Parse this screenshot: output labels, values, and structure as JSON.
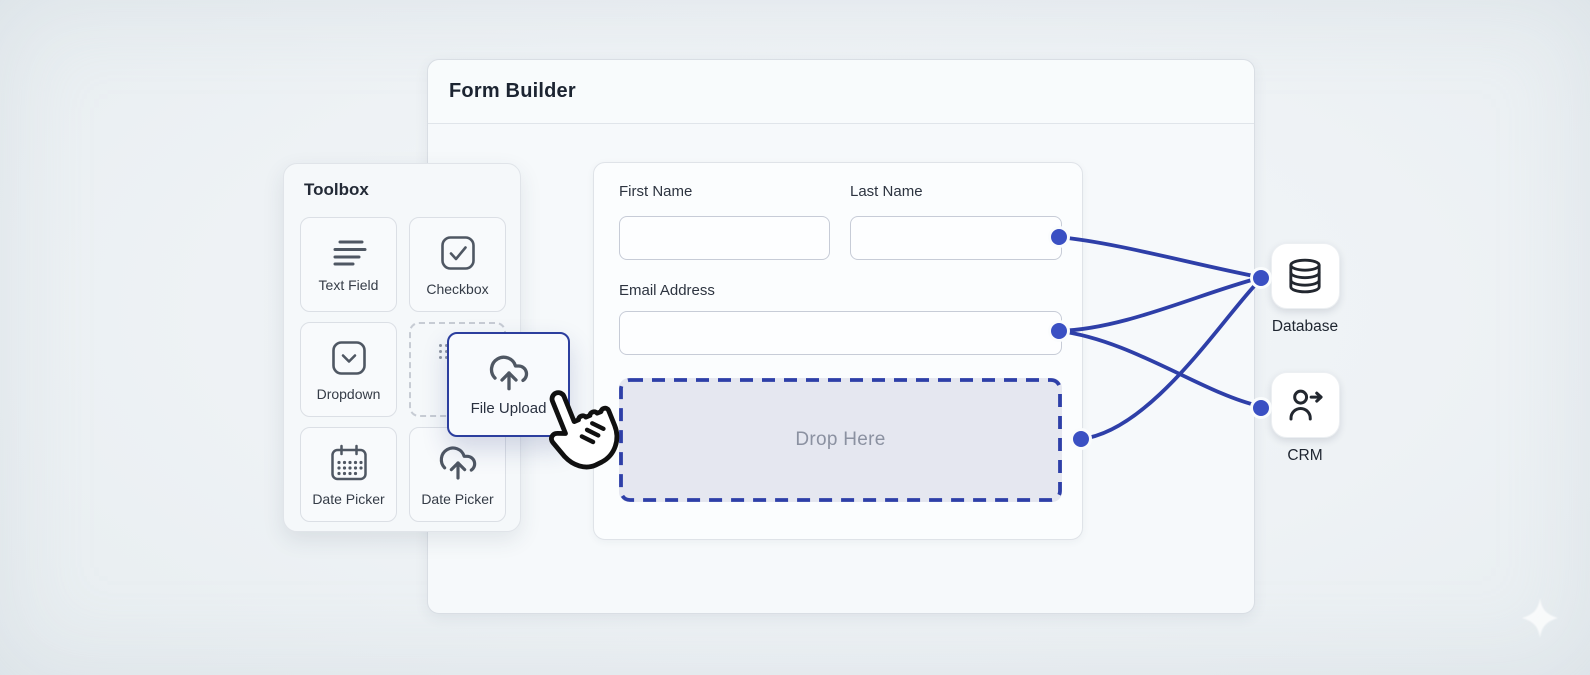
{
  "window": {
    "title": "Form Builder"
  },
  "toolbox": {
    "title": "Toolbox",
    "items": [
      {
        "label": "Text Field",
        "icon": "text-lines-icon"
      },
      {
        "label": "Checkbox",
        "icon": "checkbox-icon"
      },
      {
        "label": "Dropdown",
        "icon": "dropdown-icon"
      },
      {
        "label": "Date Picker",
        "icon": "calendar-icon"
      },
      {
        "label": "Date Picker",
        "icon": "cloud-upload-icon"
      }
    ]
  },
  "drag_item": {
    "label": "File Upload",
    "icon": "cloud-upload-icon"
  },
  "form": {
    "fields": [
      {
        "label": "First Name",
        "value": ""
      },
      {
        "label": "Last Name",
        "value": "",
        "connector": true
      },
      {
        "label": "Email Address",
        "value": "",
        "connector": true
      }
    ],
    "dropzone_label": "Drop Here"
  },
  "integrations": [
    {
      "label": "Database",
      "icon": "database-icon"
    },
    {
      "label": "CRM",
      "icon": "person-arrow-icon"
    }
  ],
  "colors": {
    "accent_blue": "#2e3fa8",
    "connector_dot": "#3a50c3",
    "dropzone_fill": "#e5e7f0",
    "dropzone_text": "#8b91a1"
  }
}
